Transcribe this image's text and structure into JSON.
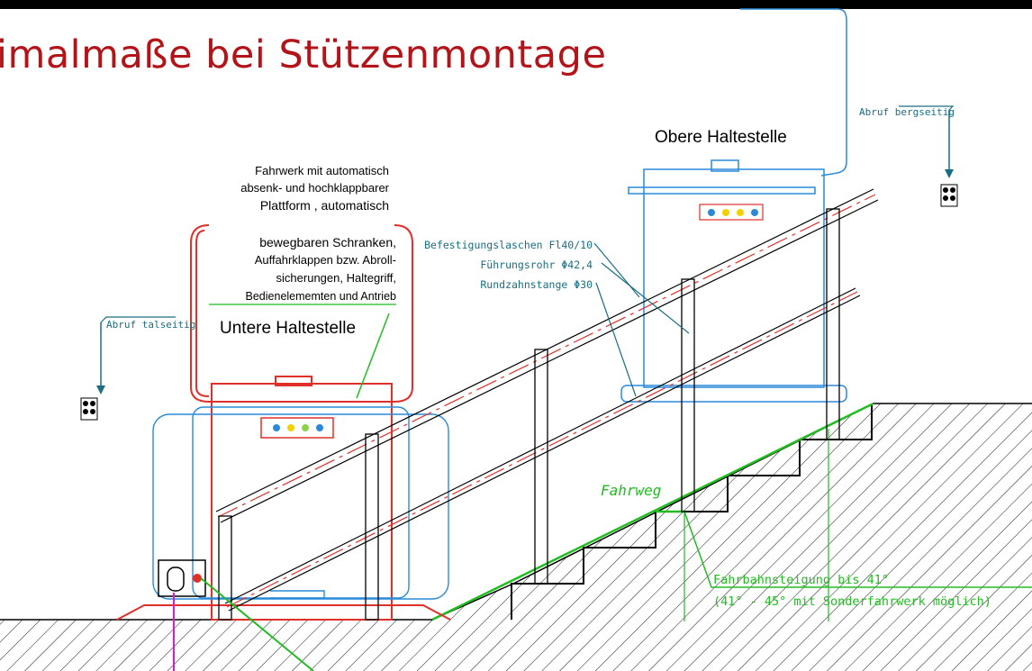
{
  "slide": {
    "title": "imalmaße bei Stützenmontage"
  },
  "labels": {
    "obere": "Obere Haltestelle",
    "untere": "Untere Haltestelle",
    "abruf_berg": "Abruf bergseitig",
    "abruf_tal": "Abruf talseitig",
    "fahrwerk_lines": [
      "Fahrwerk mit automatisch",
      "absenk- und hochklappbarer",
      "Plattform , automatisch",
      "bewegbaren Schranken,",
      "Auffahrklappen bzw. Abroll-",
      "sicherungen, Haltegriff,",
      "Bedienelememten und Antrieb"
    ],
    "befestigung": "Befestigungslaschen Fl40/10",
    "fuehrungsrohr": "Führungsrohr Φ42,4",
    "rundzahn": "Rundzahnstange Φ30",
    "fahrweg": "Fahrweg",
    "steigung_1": "Fahrbahnsteigung bis 41°",
    "steigung_2": "(41° - 45° mit Sonderfahrwerk möglich)"
  },
  "colors": {
    "title": "#b3141a",
    "red": "#e0302a",
    "blue": "#2a8ad8",
    "green": "#22bb22",
    "teal": "#1a6e80",
    "magenta": "#d61fc8",
    "ink": "#000000"
  }
}
